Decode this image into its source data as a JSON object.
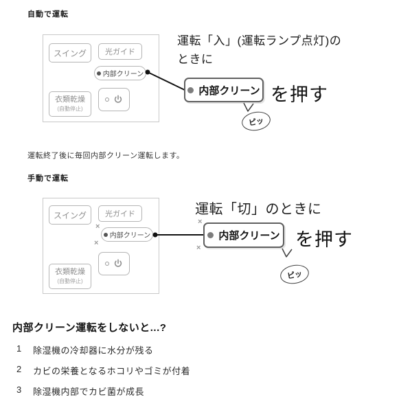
{
  "decor": {
    "spark": "×"
  },
  "sections": {
    "auto": {
      "heading": "自動で運転",
      "panel": {
        "swing": "スイング",
        "light_guide": "光ガイド",
        "internal_clean": "内部クリーン",
        "clothes_dry": "衣類乾燥",
        "clothes_dry_sub": "(自動停止)"
      },
      "condition_line1": "運転「入」(運転ランプ点灯)の",
      "condition_line2": "ときに",
      "callout_label": "内部クリーン",
      "press": "を押す",
      "beep": "ピッ"
    },
    "auto_note": "運転終了後に毎回内部クリーン運転します。",
    "manual": {
      "heading": "手動で運転",
      "panel": {
        "swing": "スイング",
        "light_guide": "光ガイド",
        "internal_clean": "内部クリーン",
        "clothes_dry": "衣類乾燥",
        "clothes_dry_sub": "(自動停止)"
      },
      "condition_line1": "運転「切」のときに",
      "callout_label": "内部クリーン",
      "press": "を押す",
      "beep": "ピッ"
    }
  },
  "footer": {
    "heading": "内部クリーン運転をしないと...?",
    "items": [
      {
        "num": "1",
        "text": "除湿機の冷却器に水分が残る"
      },
      {
        "num": "2",
        "text": "カビの栄養となるホコリやゴミが付着"
      },
      {
        "num": "3",
        "text": "除湿機内部でカビ菌が成長"
      }
    ]
  }
}
